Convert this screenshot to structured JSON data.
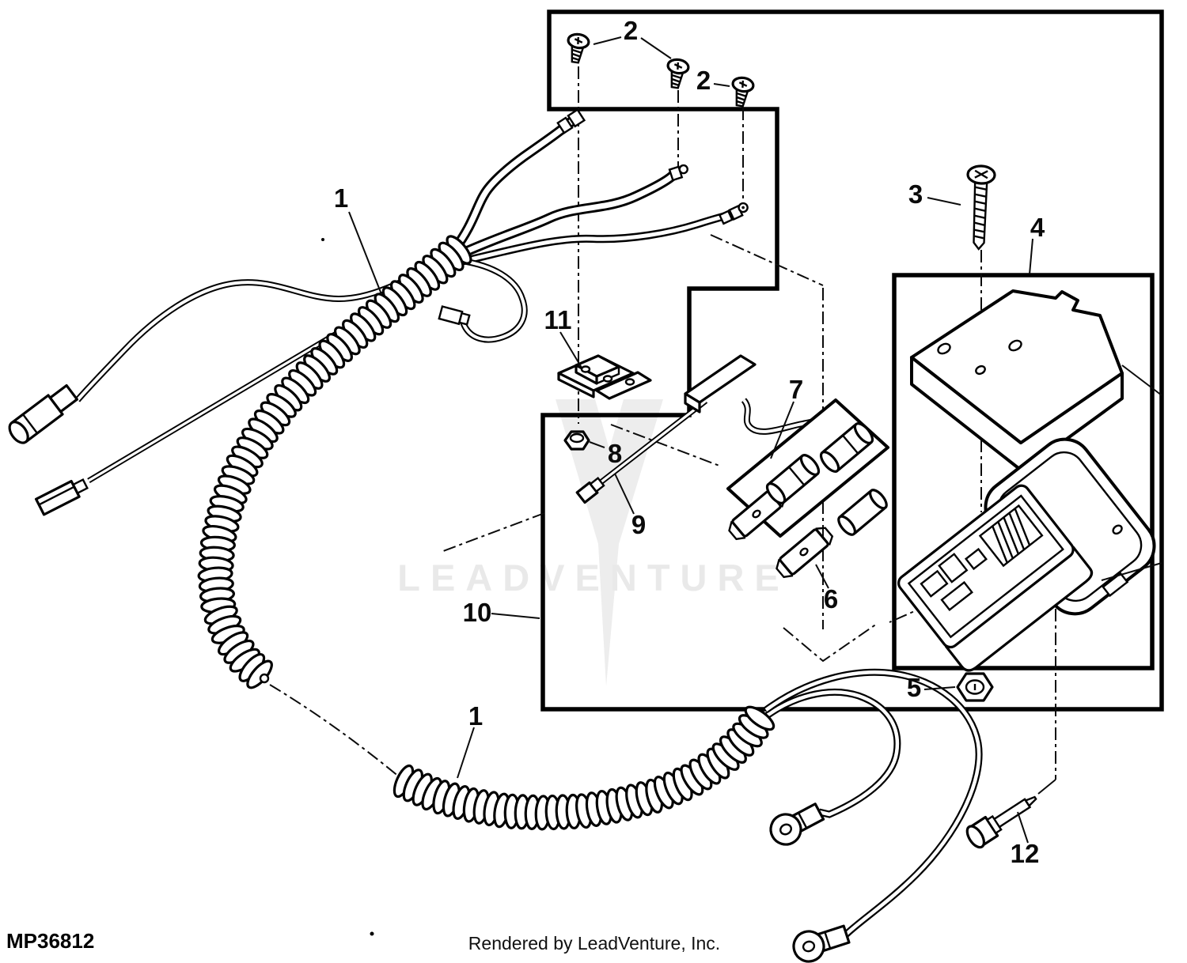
{
  "diagram": {
    "doc_number": "MP36812",
    "footer_credit": "Rendered by LeadVenture, Inc.",
    "watermark_text": "LEADVENTURE",
    "callouts": {
      "c1_top": "1",
      "c1_bottom": "1",
      "c2_pair": "2",
      "c2_single": "2",
      "c3": "3",
      "c4": "4",
      "c5": "5",
      "c6": "6",
      "c7": "7",
      "c8": "8",
      "c9": "9",
      "c10": "10",
      "c11": "11",
      "c12": "12"
    },
    "colors": {
      "line": "#000000",
      "background": "#ffffff",
      "watermark": "#e9e9e9",
      "watermark_mark": "#ededed"
    }
  }
}
